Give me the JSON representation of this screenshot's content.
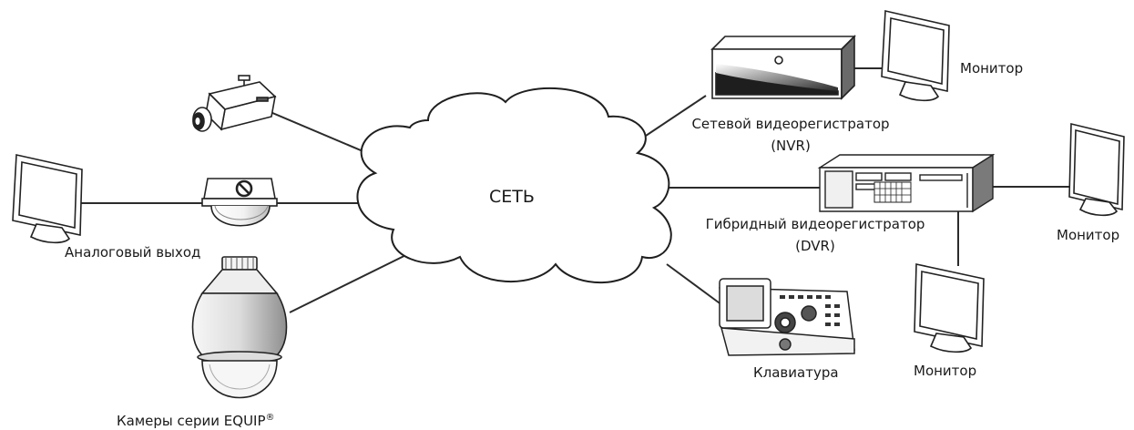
{
  "network": {
    "label": "СЕТЬ"
  },
  "labels": {
    "analog_output": "Аналоговый выход",
    "equip_cameras": "Камеры серии EQUIP",
    "registered_mark": "®",
    "nvr_line1": "Сетевой видеорегистратор",
    "nvr_line2": "(NVR)",
    "dvr_line1": "Гибридный видеорегистратор",
    "dvr_line2": "(DVR)",
    "keyboard": "Клавиатура",
    "monitor_nvr": "Монитор",
    "monitor_dvr_right": "Монитор",
    "monitor_dvr_bottom": "Монитор"
  },
  "icons": {
    "box_camera": "box-camera-icon",
    "dome_camera": "dome-camera-icon",
    "ptz_camera": "ptz-dome-camera-icon",
    "monitor": "monitor-icon",
    "nvr": "nvr-icon",
    "dvr": "dvr-icon",
    "keyboard": "keyboard-controller-icon"
  }
}
